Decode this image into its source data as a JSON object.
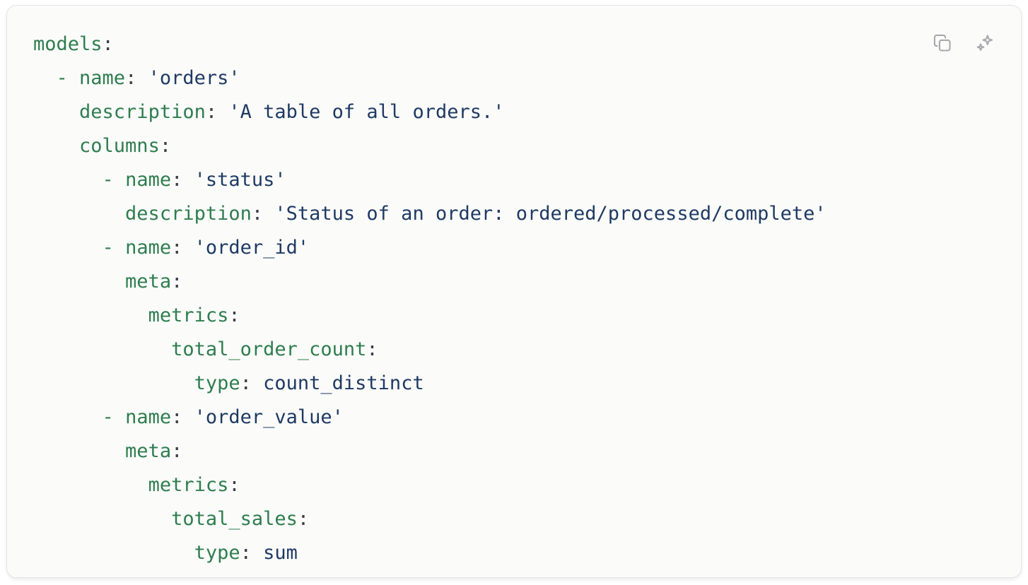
{
  "card": {
    "toolbar": {
      "buttons": [
        {
          "name": "copy-button",
          "icon": "copy-icon"
        },
        {
          "name": "ai-sparkle-button",
          "icon": "sparkles-icon"
        }
      ]
    }
  },
  "code": {
    "colors": {
      "key": "#2e7d4e",
      "dash": "#2e7d4e",
      "string": "#1e3a63",
      "punct": "#3b3f46",
      "icon": "#a7a9ae"
    },
    "lines": [
      {
        "segments": [
          [
            "key",
            "models"
          ],
          [
            "punct",
            ":"
          ]
        ]
      },
      {
        "segments": [
          [
            "plain",
            "  "
          ],
          [
            "dash",
            "- "
          ],
          [
            "key",
            "name"
          ],
          [
            "punct",
            ": "
          ],
          [
            "str",
            "'orders'"
          ]
        ]
      },
      {
        "segments": [
          [
            "plain",
            "    "
          ],
          [
            "key",
            "description"
          ],
          [
            "punct",
            ": "
          ],
          [
            "str",
            "'A table of all orders.'"
          ]
        ]
      },
      {
        "segments": [
          [
            "plain",
            "    "
          ],
          [
            "key",
            "columns"
          ],
          [
            "punct",
            ":"
          ]
        ]
      },
      {
        "segments": [
          [
            "plain",
            "      "
          ],
          [
            "dash",
            "- "
          ],
          [
            "key",
            "name"
          ],
          [
            "punct",
            ": "
          ],
          [
            "str",
            "'status'"
          ]
        ]
      },
      {
        "segments": [
          [
            "plain",
            "        "
          ],
          [
            "key",
            "description"
          ],
          [
            "punct",
            ": "
          ],
          [
            "str",
            "'Status of an order: ordered/processed/complete'"
          ]
        ]
      },
      {
        "segments": [
          [
            "plain",
            "      "
          ],
          [
            "dash",
            "- "
          ],
          [
            "key",
            "name"
          ],
          [
            "punct",
            ": "
          ],
          [
            "str",
            "'order_id'"
          ]
        ]
      },
      {
        "segments": [
          [
            "plain",
            "        "
          ],
          [
            "key",
            "meta"
          ],
          [
            "punct",
            ":"
          ]
        ]
      },
      {
        "segments": [
          [
            "plain",
            "          "
          ],
          [
            "key",
            "metrics"
          ],
          [
            "punct",
            ":"
          ]
        ]
      },
      {
        "segments": [
          [
            "plain",
            "            "
          ],
          [
            "key",
            "total_order_count"
          ],
          [
            "punct",
            ":"
          ]
        ]
      },
      {
        "segments": [
          [
            "plain",
            "              "
          ],
          [
            "key",
            "type"
          ],
          [
            "punct",
            ": "
          ],
          [
            "val",
            "count_distinct"
          ]
        ]
      },
      {
        "segments": [
          [
            "plain",
            "      "
          ],
          [
            "dash",
            "- "
          ],
          [
            "key",
            "name"
          ],
          [
            "punct",
            ": "
          ],
          [
            "str",
            "'order_value'"
          ]
        ]
      },
      {
        "segments": [
          [
            "plain",
            "        "
          ],
          [
            "key",
            "meta"
          ],
          [
            "punct",
            ":"
          ]
        ]
      },
      {
        "segments": [
          [
            "plain",
            "          "
          ],
          [
            "key",
            "metrics"
          ],
          [
            "punct",
            ":"
          ]
        ]
      },
      {
        "segments": [
          [
            "plain",
            "            "
          ],
          [
            "key",
            "total_sales"
          ],
          [
            "punct",
            ":"
          ]
        ]
      },
      {
        "segments": [
          [
            "plain",
            "              "
          ],
          [
            "key",
            "type"
          ],
          [
            "punct",
            ": "
          ],
          [
            "val",
            "sum"
          ]
        ]
      }
    ]
  }
}
